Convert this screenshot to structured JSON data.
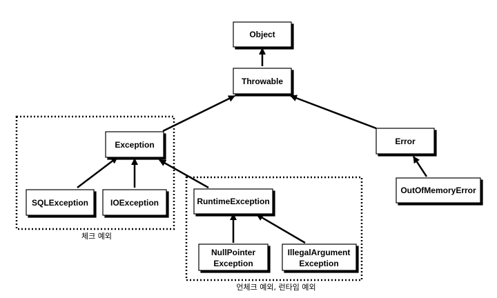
{
  "nodes": {
    "object": "Object",
    "throwable": "Throwable",
    "exception": "Exception",
    "error": "Error",
    "out_of_memory_error": "OutOfMemoryError",
    "sql_exception": "SQLException",
    "io_exception": "IOException",
    "runtime_exception": "RuntimeException",
    "null_pointer_exception": [
      "NullPointer",
      "Exception"
    ],
    "illegal_argument_exception": [
      "IllegalArgument",
      "Exception"
    ]
  },
  "groups": {
    "checked_label": "체크 예외",
    "unchecked_label": "언체크 예외, 런타임 예외"
  }
}
